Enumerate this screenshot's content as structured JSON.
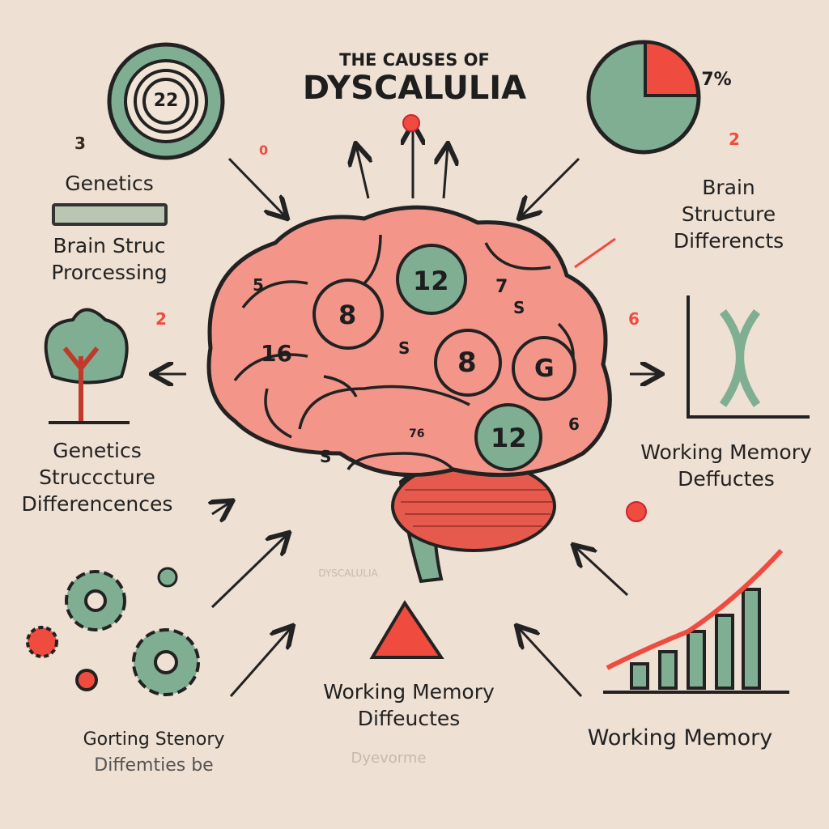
{
  "title": {
    "line1": "THE CAUSES OF",
    "line2": "DYSCALULIA"
  },
  "colors": {
    "background": "#eee0d3",
    "pink": "#f4958a",
    "green": "#7fae93",
    "red": "#ef4c3f",
    "dark": "#1e1e1e"
  },
  "top_left_icon": {
    "name": "target-icon",
    "number": "22"
  },
  "top_right_icon": {
    "name": "pie-chart-icon",
    "percent": "7%"
  },
  "brain_numbers": [
    "5",
    "12",
    "7",
    "S",
    "8",
    "16",
    "S",
    "8",
    "G",
    "12",
    "6",
    "76",
    "S"
  ],
  "stray_numbers": [
    "3",
    "0",
    "2",
    "2",
    "6"
  ],
  "labels": {
    "top_left": [
      "Genetics",
      "Brain Struc",
      "Prorcessing"
    ],
    "mid_left": [
      "Genetics",
      "Strucccture",
      "Differencences"
    ],
    "bottom_left": [
      "Gorting Stenory",
      "Diffemties be"
    ],
    "top_right": [
      "Brain",
      "Structure",
      "Differencts"
    ],
    "mid_right": [
      "Working Memory",
      "Deffuctes"
    ],
    "bottom_center": [
      "Working Memory",
      "Diffeuctes"
    ],
    "bottom_right": [
      "Working Memory"
    ],
    "faint_center": "DYSCALULIA",
    "faint_bottom": "Dyevorme"
  }
}
